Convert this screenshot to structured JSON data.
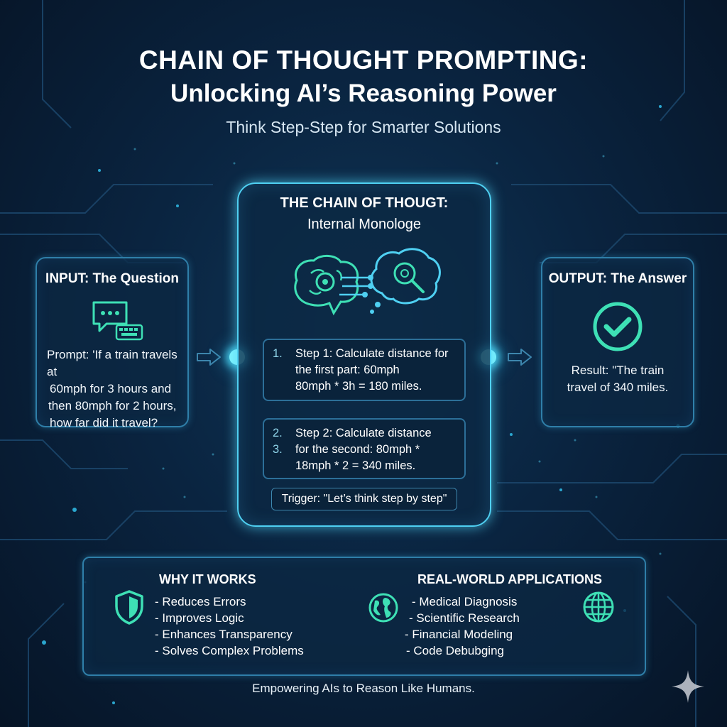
{
  "header": {
    "title_line1": "CHAIN OF THOUGHT PROMPTING:",
    "title_line2": "Unlocking AI’s Reasoning Power",
    "subtitle": "Think Step-Step for Smarter Solutions"
  },
  "input_panel": {
    "title": "INPUT: The Question",
    "icon": "chat-keyboard-icon",
    "prompt_lines": [
      "Prompt: 'If a train travels at",
      "60mph for 3 hours and",
      "then 80mph for 2 hours,",
      "how far did it travel?"
    ]
  },
  "chain_panel": {
    "title": "THE CHAIN OF THOUGT:",
    "subtitle": "Internal Monologe",
    "icons": [
      "brain-circuit-icon",
      "thought-bubble-magnifier-icon"
    ],
    "step1": {
      "numbers": [
        "1."
      ],
      "lines": [
        "Step 1: Calculate distance for",
        "the first part: 60mph",
        "80mph * 3h = 180 miles."
      ]
    },
    "step2": {
      "numbers": [
        "2.",
        "3."
      ],
      "lines": [
        "Step 2: Calculate distance",
        "for the second: 80mph *",
        "18mph * 2 = 340 miles."
      ]
    },
    "trigger": "Trigger: \"Let’s think step by step\""
  },
  "output_panel": {
    "title": "OUTPUT: The Answer",
    "icon": "check-circle-icon",
    "result_lines": [
      "Result: \"The train",
      "travel of 340 miles."
    ]
  },
  "why_it_works": {
    "title": "WHY IT WORKS",
    "icon": "shield-icon",
    "items": [
      "- Reduces Errors",
      "- Improves Logic",
      "- Enhances Transparency",
      "- Solves Complex Problems"
    ]
  },
  "applications": {
    "title": "REAL-WORLD APPLICATIONS",
    "icons": [
      "earth-globe-icon",
      "web-globe-icon"
    ],
    "items": [
      "- Medical Diagnosis",
      "- Scientific Research",
      "- Financial Modeling",
      "- Code Debubging"
    ]
  },
  "footer": "Empowering AIs to Reason Like Humans.",
  "colors": {
    "accent": "#4fd0f2",
    "icon_green": "#3ee0b5",
    "background": "#0a2440"
  }
}
